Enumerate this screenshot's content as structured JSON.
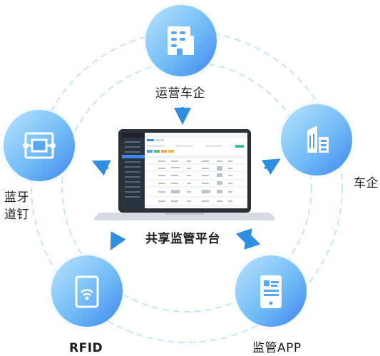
{
  "nodes": {
    "operator": {
      "label": "运营车企",
      "icon": "building-icon"
    },
    "enterprise": {
      "label": "车企",
      "icon": "office-buildings-icon"
    },
    "bluetooth_nail": {
      "label_line1": "蓝牙",
      "label_line2": "道钉",
      "icon": "bluetooth-nail-icon"
    },
    "platform": {
      "label": "共享监管平台",
      "icon": "laptop-dashboard-icon"
    },
    "rfid": {
      "label": "RFID",
      "icon": "rfid-card-icon"
    },
    "app": {
      "label": "监管APP",
      "icon": "mobile-phone-icon"
    }
  },
  "colors": {
    "circle_light": "#a9dbfb",
    "circle_dark": "#3f8df0",
    "arrow": "#2f8ee0",
    "dashed_ring": "#c7e7f9"
  }
}
